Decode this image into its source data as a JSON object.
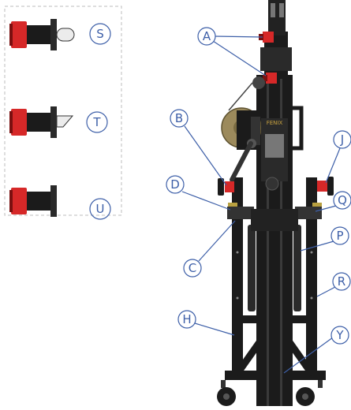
{
  "colors": {
    "callout": "#3d5fa8",
    "frame": "#1b1b1b",
    "red": "#d62828",
    "drum": "#9c8a5c",
    "legend_border": "#bdbdbd"
  },
  "legend": {
    "items": [
      {
        "letter": "S",
        "state": "pin-extended"
      },
      {
        "letter": "T",
        "state": "pin-angled"
      },
      {
        "letter": "U",
        "state": "pin-retracted"
      }
    ]
  },
  "callouts": {
    "A": "A",
    "B": "B",
    "C": "C",
    "D": "D",
    "H": "H",
    "J": "J",
    "P": "P",
    "Q": "Q",
    "R": "R",
    "Y": "Y"
  },
  "brand": "FENIX"
}
